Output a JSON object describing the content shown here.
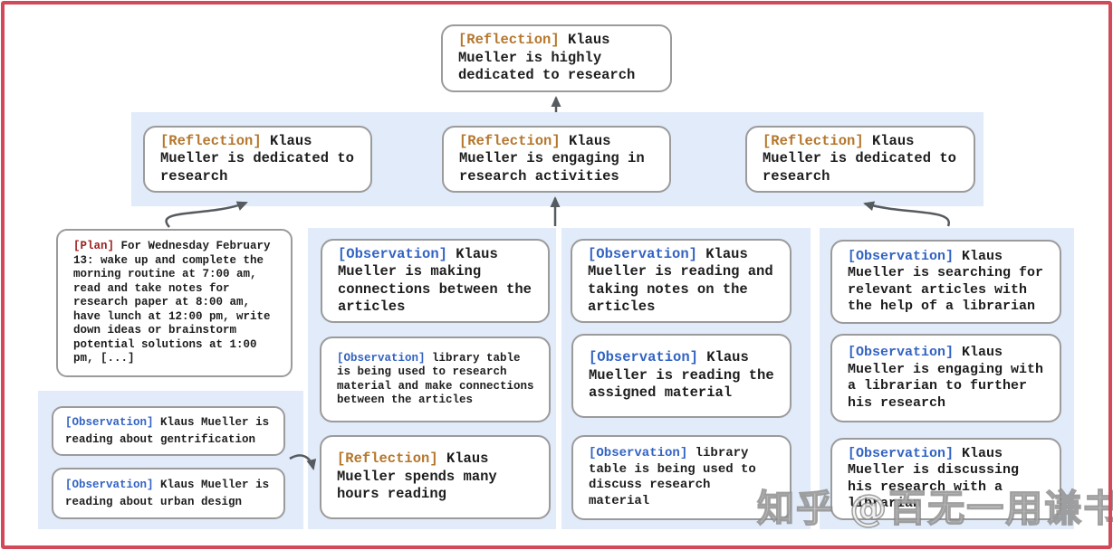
{
  "watermark": "知乎 @百无一用谦书生",
  "colors": {
    "frame": "#d24a59",
    "panel": "#e1ebf9",
    "box_border": "#9b9b9b",
    "arrow": "#565b60",
    "tag_reflection": "#b5772d",
    "tag_observation": "#3263c3",
    "tag_plan": "#9c1f1f"
  },
  "nodes": {
    "top_reflection": {
      "tag": "[Reflection]",
      "text": "Klaus Mueller is highly dedicated to research"
    },
    "refl_left": {
      "tag": "[Reflection]",
      "text": "Klaus Mueller is dedicated to research"
    },
    "refl_mid": {
      "tag": "[Reflection]",
      "text": "Klaus Mueller is engaging in research activities"
    },
    "refl_right": {
      "tag": "[Reflection]",
      "text": "Klaus Mueller is dedicated to research"
    },
    "plan": {
      "tag": "[Plan]",
      "text": "For Wednesday February 13: wake up and complete the morning routine at 7:00 am, read and take notes for research paper at 8:00 am, have lunch at 12:00 pm, write down ideas or brainstorm potential solutions at 1:00 pm, [...]"
    },
    "obs_gentrification": {
      "tag": "[Observation]",
      "text": "Klaus Mueller is reading about gentrification"
    },
    "obs_urban_design": {
      "tag": "[Observation]",
      "text": "Klaus Mueller is reading about urban design"
    },
    "obs_connections": {
      "tag": "[Observation]",
      "text": "Klaus Mueller is making connections between the articles"
    },
    "obs_library_research": {
      "tag": "[Observation]",
      "text": "library table is being used to research material and make connections between the articles"
    },
    "refl_hours_reading": {
      "tag": "[Reflection]",
      "text": "Klaus Mueller spends many hours reading"
    },
    "obs_taking_notes": {
      "tag": "[Observation]",
      "text": "Klaus Mueller is reading and taking notes on the articles"
    },
    "obs_assigned": {
      "tag": "[Observation]",
      "text": "Klaus Mueller is reading the assigned material"
    },
    "obs_library_discuss": {
      "tag": "[Observation]",
      "text": "library table is being used to discuss research material"
    },
    "obs_searching": {
      "tag": "[Observation]",
      "text": "Klaus Mueller is searching for relevant articles with the help of a librarian"
    },
    "obs_engaging_librarian": {
      "tag": "[Observation]",
      "text": "Klaus Mueller is engaging with a librarian to further his research"
    },
    "obs_discussing": {
      "tag": "[Observation]",
      "text": "Klaus Mueller is discussing his research with a librarian"
    }
  }
}
